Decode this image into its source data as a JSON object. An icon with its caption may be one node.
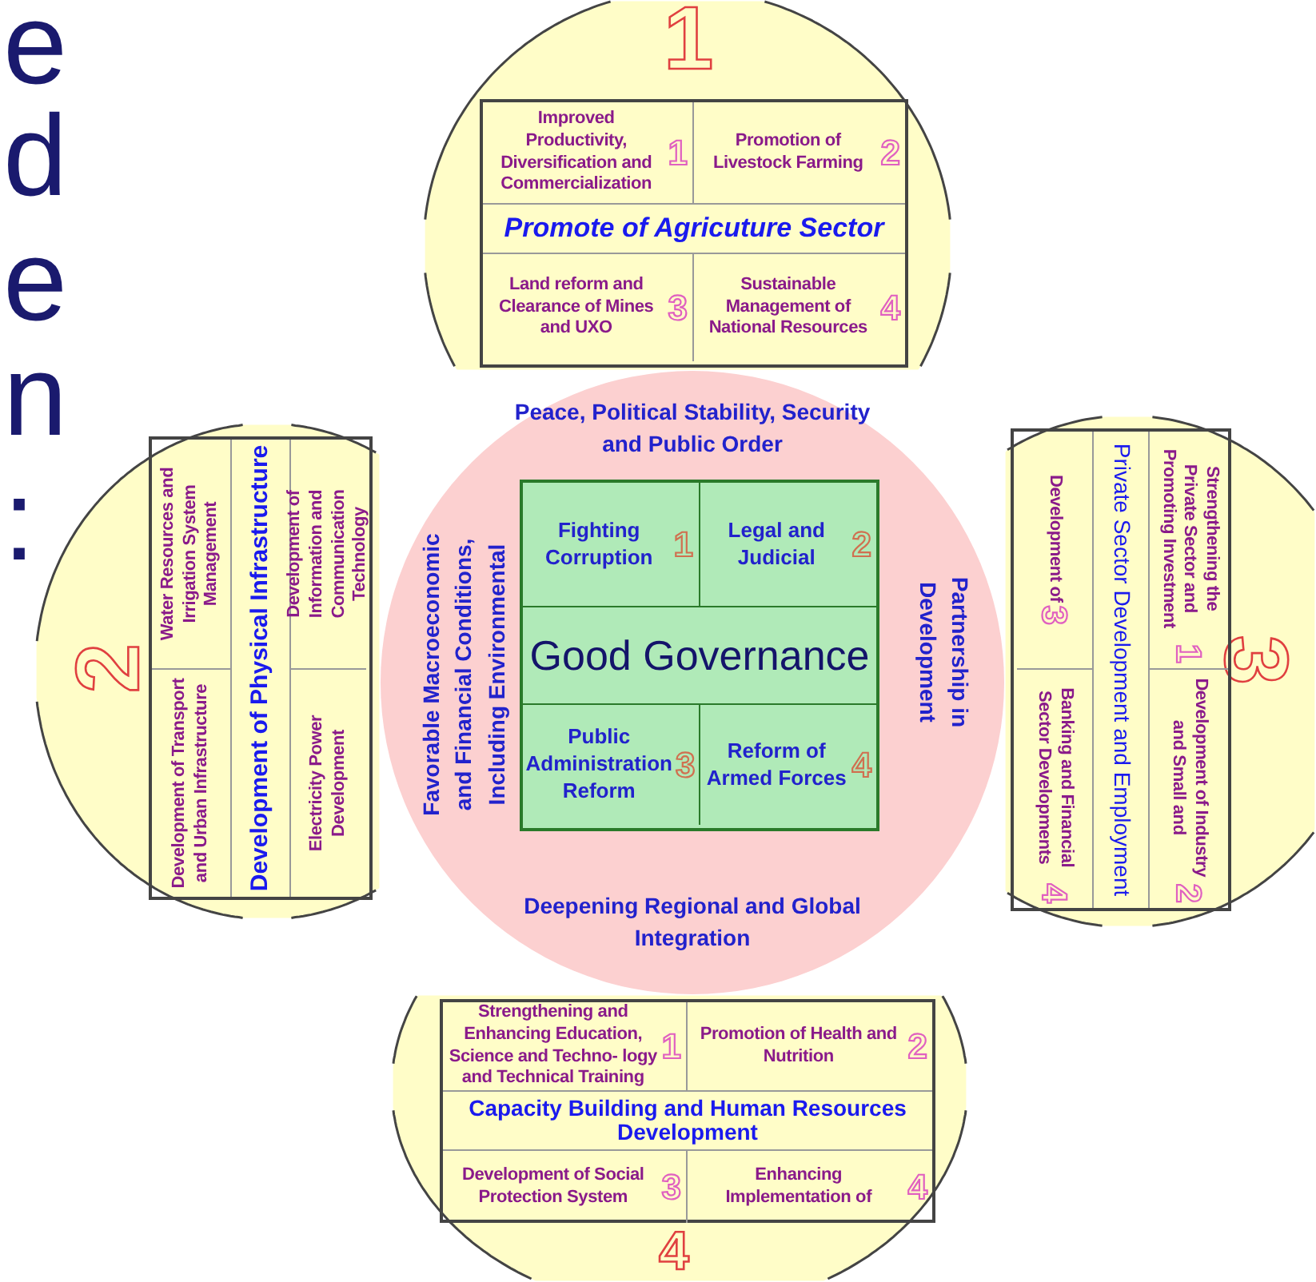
{
  "diagram": {
    "nodes": [
      {
        "text": [
          "1"
        ]
      },
      {
        "text": [
          "Promote of Agricuture Sector"
        ],
        "in": 0
      },
      {
        "text": [
          "Improved Productivity, Diversification and Commercialization",
          "1"
        ],
        "in": 1
      },
      {
        "text": [
          "Promotion of Livestock Farming",
          "2"
        ],
        "in": 1
      },
      {
        "text": [
          "Land reform and Clearance of Mines and UXO",
          "3"
        ],
        "in": 1
      },
      {
        "text": [
          "Sustainable Management of National Resources",
          "4"
        ],
        "in": 1
      },
      {
        "text": [
          "2"
        ]
      },
      {
        "text": [
          "Development of Physical Infrastructure"
        ],
        "in": 6
      },
      {
        "text": [
          "Water Resources and Irrigation System Management"
        ],
        "in": 7
      },
      {
        "text": [
          "Development of Information and Communication Technology"
        ],
        "in": 7
      },
      {
        "text": [
          "Development of Transport and Urban Infrastructure"
        ],
        "in": 7
      },
      {
        "text": [
          "Electricity Power Development"
        ],
        "in": 7
      },
      {
        "text": [
          "3"
        ]
      },
      {
        "text": [
          "Private Sector Development and Employment"
        ],
        "in": 12
      },
      {
        "text": [
          "Strengthening the Private Sector and Promoting Investment",
          "1"
        ],
        "in": 13
      },
      {
        "text": [
          "Development of Industry and Small and",
          "2"
        ],
        "in": 13
      },
      {
        "text": [
          "Development of",
          "3"
        ],
        "in": 13
      },
      {
        "text": [
          "Banking and Financial Sector Developments",
          "4"
        ],
        "in": 13
      },
      {
        "text": [
          "4"
        ]
      },
      {
        "text": [
          "Capacity Building and Human Resources Development"
        ],
        "in": 18
      },
      {
        "text": [
          "Strengthening and Enhancing Education, Science and Techno- logy and Technical Training",
          "1"
        ],
        "in": 19
      },
      {
        "text": [
          "Promotion of Health and Nutrition",
          "2"
        ],
        "in": 19
      },
      {
        "text": [
          "Development of Social Protection System",
          "3"
        ],
        "in": 19
      },
      {
        "text": [
          "Enhancing Implementation of",
          "4"
        ],
        "in": 19
      },
      {
        "text": [
          "Peace, Political Stability, Security and Public Order",
          "Favorable Macroeconomic and Financial Conditions, Including Environmental",
          "Partnership in Development",
          "Deepening Regional and Global Integration"
        ]
      },
      {
        "text": [
          "Good Governance"
        ],
        "in": 24
      },
      {
        "text": [
          "Fighting Corruption",
          "1"
        ],
        "in": 25
      },
      {
        "text": [
          "Legal and Judicial",
          "2"
        ],
        "in": 25
      },
      {
        "text": [
          "Public Administration Reform",
          "3"
        ],
        "in": 25
      },
      {
        "text": [
          "Reform of Armed Forces",
          "4"
        ],
        "in": 25
      }
    ],
    "labels": [
      "e",
      "d",
      "e",
      "n",
      ":"
    ]
  }
}
